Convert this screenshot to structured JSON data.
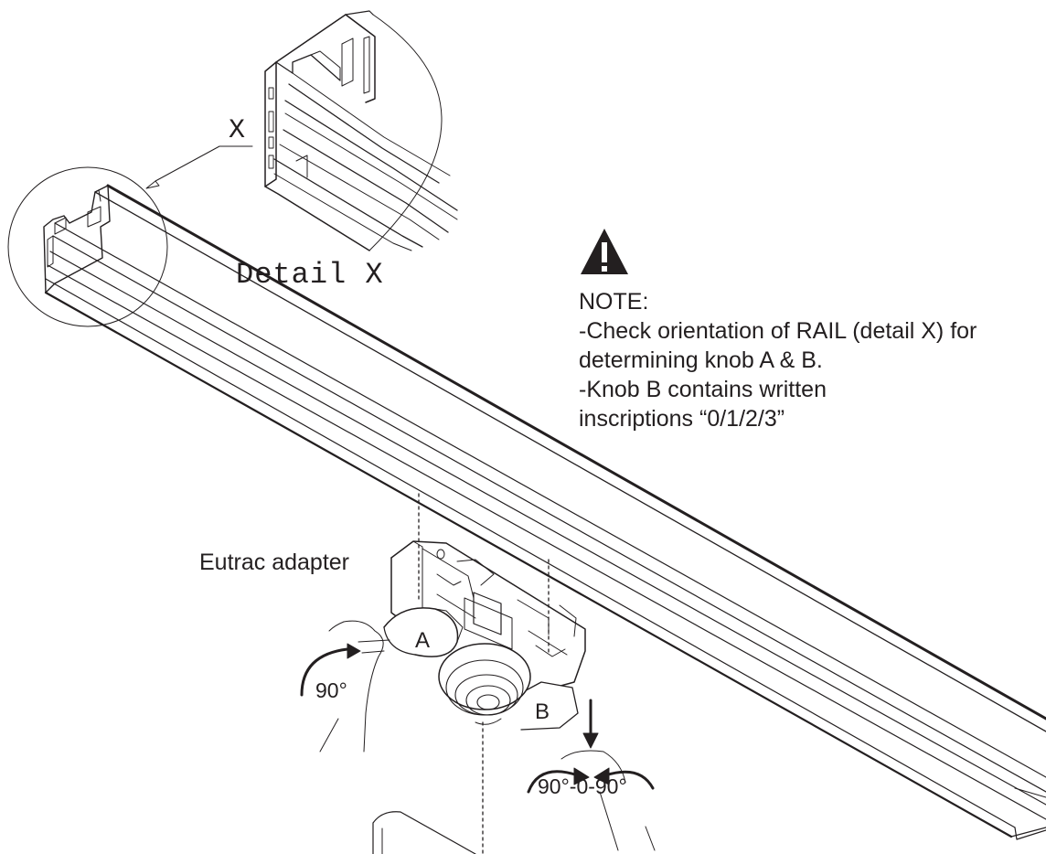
{
  "labels": {
    "detail_marker": "X",
    "detail_caption": "Detail X",
    "adapter": "Eutrac adapter",
    "knob_a": "A",
    "knob_b": "B",
    "angle_a": "90°",
    "angle_b": "90°-0-90°"
  },
  "note": {
    "heading": "NOTE:",
    "line1": "-Check orientation of RAIL (detail X) for",
    "line2": "determining knob A & B.",
    "line3": "-Knob B contains written",
    "line4": "inscriptions “0/1/2/3”"
  },
  "icons": {
    "warning": "warning-triangle-icon"
  },
  "colors": {
    "ink": "#231f20",
    "background": "#ffffff"
  }
}
